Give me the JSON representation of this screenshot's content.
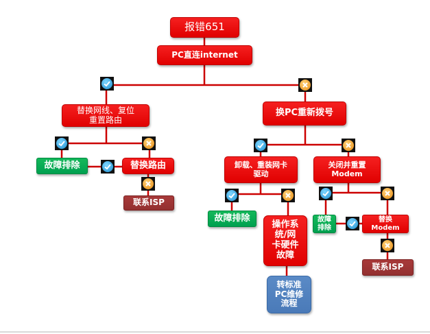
{
  "nodes": {
    "error_651": "报错651",
    "pc_direct": "PC直连internet",
    "replace_cable": "替换网线、复位\n重置路由",
    "redial": "换PC重新拨号",
    "resolved_1": "故障排除",
    "replace_router": "替换路由",
    "contact_isp_1": "联系ISP",
    "reinstall_nic": "卸载、重装网卡\n驱动",
    "shutdown_modem": "关闭并重置\nModem",
    "resolved_2": "故障排除",
    "os_nic_fault": "操作系\n统/网\n卡硬件\n故障",
    "resolved_3": "故障\n排除",
    "replace_modem": "替换\nModem",
    "contact_isp_2": "联系ISP",
    "pc_repair": "转标准\nPC维修\n流程"
  },
  "colors": {
    "red": "#e00000",
    "green": "#00a050",
    "brown": "#933030",
    "blue": "#4a7ab8",
    "line": "#cc0000",
    "ok_icon": "#1e8fd0",
    "no_icon": "#e88a10"
  },
  "icons": {
    "yes": "check-icon",
    "no": "cross-icon"
  }
}
